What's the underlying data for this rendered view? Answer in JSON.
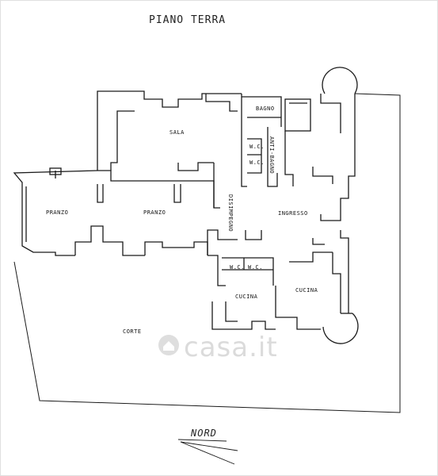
{
  "floor_title": "PIANO TERRA",
  "north_label": "NORD",
  "watermark": "casa.it",
  "rooms": {
    "sala": "SALA",
    "bagno": "BAGNO",
    "antibagno": "ANTI-BAGNO",
    "wc1": "W.C.",
    "wc2": "W.C.",
    "wc3": "W.C.",
    "wc4": "W.C.",
    "pranzo1": "PRANZO",
    "pranzo2": "PRANZO",
    "disimpegno": "DISIMPEGNO",
    "ingresso": "INGRESSO",
    "cucina1": "CUCINA",
    "cucina2": "CUCINA",
    "corte": "CORTE"
  },
  "line_color": "#1a1a1a"
}
